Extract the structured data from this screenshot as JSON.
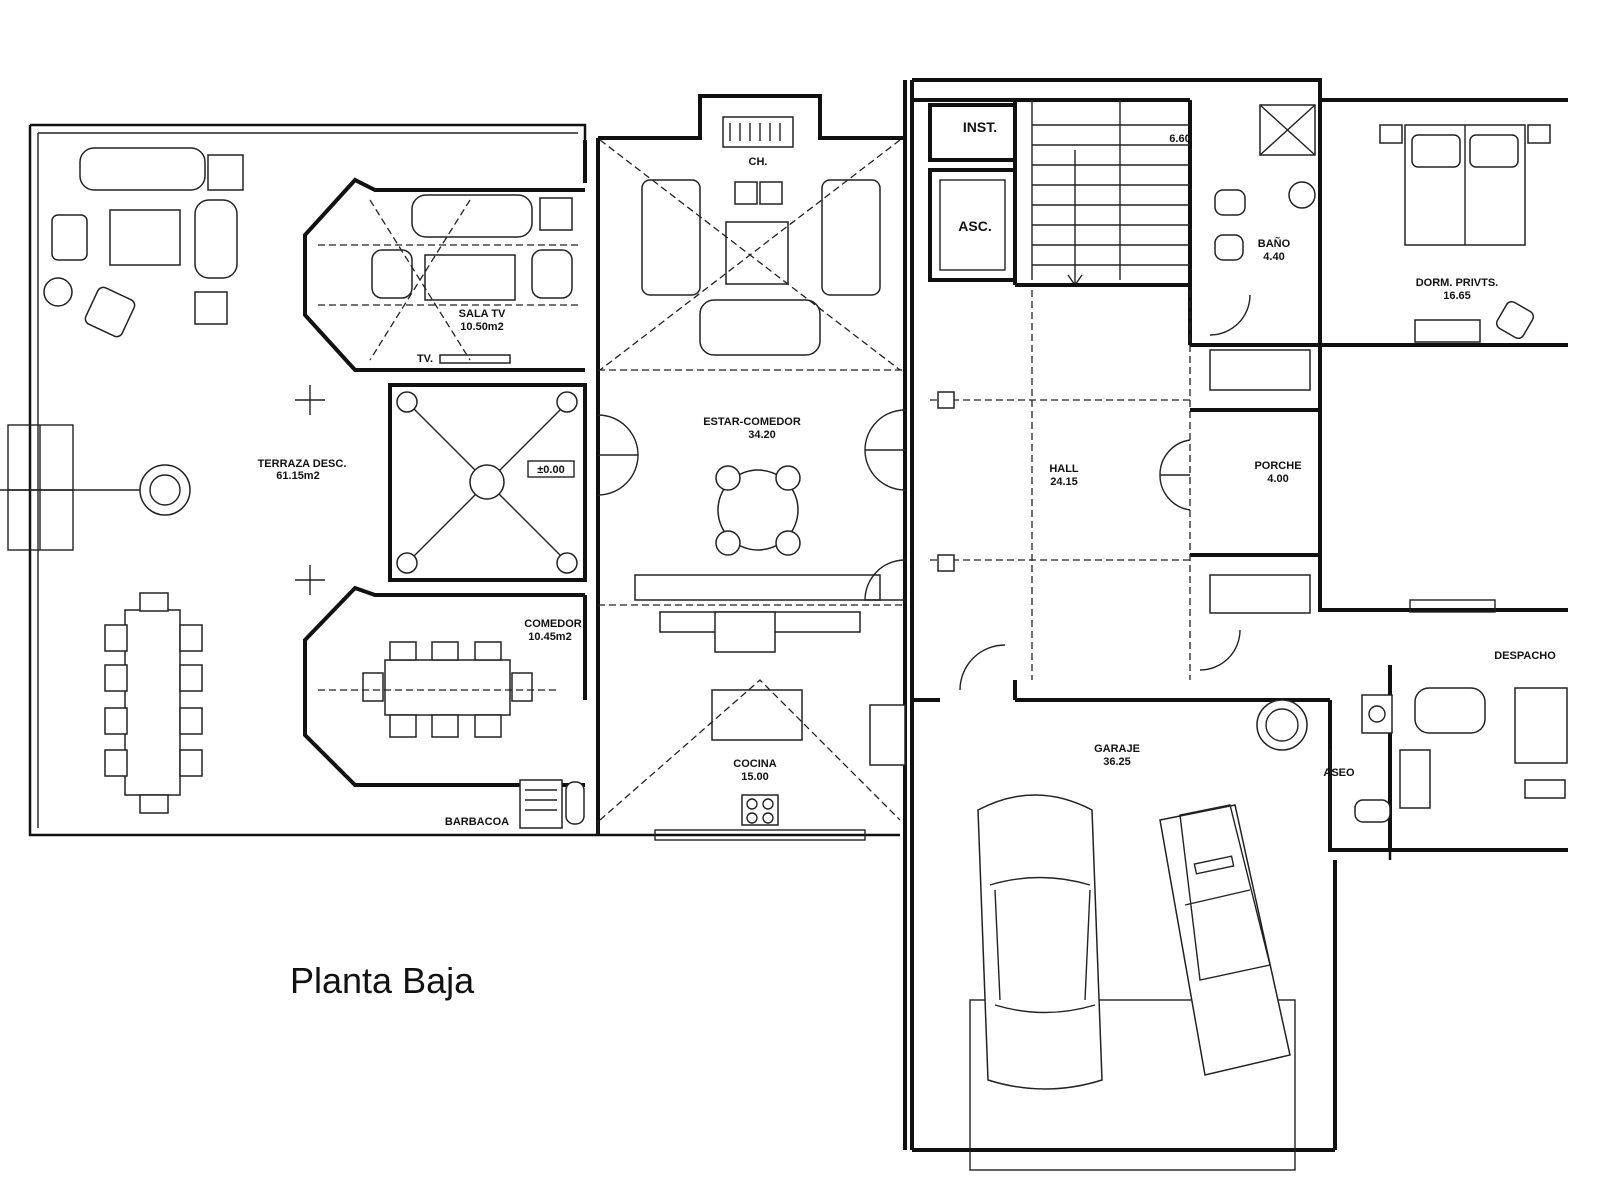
{
  "caption": "Planta Baja",
  "rooms": {
    "inst": "INST.",
    "stair_area": "6.60",
    "asc": "ASC.",
    "ch": "CH.",
    "sala_tv": "SALA TV",
    "sala_tv_area": "10.50m2",
    "tv": "TV.",
    "estar": "ESTAR-COMEDOR",
    "estar_area": "34.20",
    "terraza": "TERRAZA DESC.",
    "terraza_area": "61.15m2",
    "level": "±0.00",
    "comedor": "COMEDOR",
    "comedor_area": "10.45m2",
    "cocina": "COCINA",
    "cocina_area": "15.00",
    "barbacoa": "BARBACOA",
    "hall": "HALL",
    "hall_area": "24.15",
    "porche": "PORCHE",
    "porche_area": "4.00",
    "bano": "BAÑO",
    "bano_area": "4.40",
    "dorm": "DORM. PRIVTS.",
    "dorm_area": "16.65",
    "despacho": "DESPACHO",
    "garaje": "GARAJE",
    "garaje_area": "36.25",
    "aseo": "ASEO"
  }
}
